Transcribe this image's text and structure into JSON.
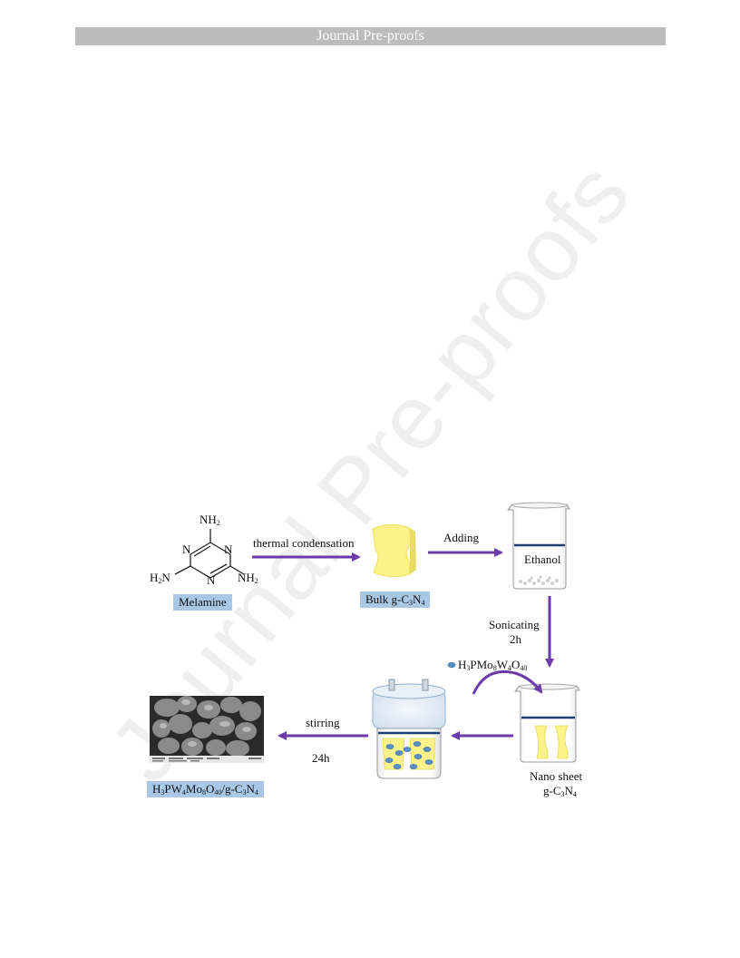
{
  "header": {
    "title": "Journal Pre-proofs"
  },
  "watermark": {
    "text": "Journal Pre-proofs"
  },
  "diagram": {
    "melamine": {
      "nh2_top": "NH",
      "nh2_left": "H",
      "nh2_right": "NH",
      "n_label": "N",
      "sub2": "2",
      "label": "Melamine"
    },
    "arrow_thermal": {
      "label": "thermal condensation"
    },
    "bulk": {
      "label_prefix": "Bulk g-C",
      "sub3": "3",
      "n": "N",
      "sub4": "4"
    },
    "arrow_adding": {
      "label": "Adding"
    },
    "beaker1": {
      "label": "Ethanol"
    },
    "arrow_sonicating": {
      "line1": "Sonicating",
      "line2": "2h"
    },
    "additive": {
      "p1": "H",
      "s1": "3",
      "p2": "PMo",
      "s2": "8",
      "p3": "W",
      "s3": "4",
      "p4": "O",
      "s4": "40"
    },
    "nanosheet": {
      "line1": "Nano sheet",
      "line2_prefix": "g-C",
      "sub3": "3",
      "n": "N",
      "sub4": "4"
    },
    "arrow_stirring": {
      "line1": "stirring",
      "line2": "24h"
    },
    "product": {
      "p1": "H",
      "s1": "3",
      "p2": "PW",
      "s2": "4",
      "p3": "Mo",
      "s3": "8",
      "p4": "O",
      "s4": "40",
      "p5": "/g-C",
      "s5": "3",
      "p6": "N",
      "s6": "4"
    },
    "colors": {
      "arrow": "#6a3aa8",
      "label_box": "#a9c8e6",
      "yellow": "#fbf38a",
      "dot": "#5a8fc4",
      "beaker_line": "#1f3f73"
    }
  }
}
